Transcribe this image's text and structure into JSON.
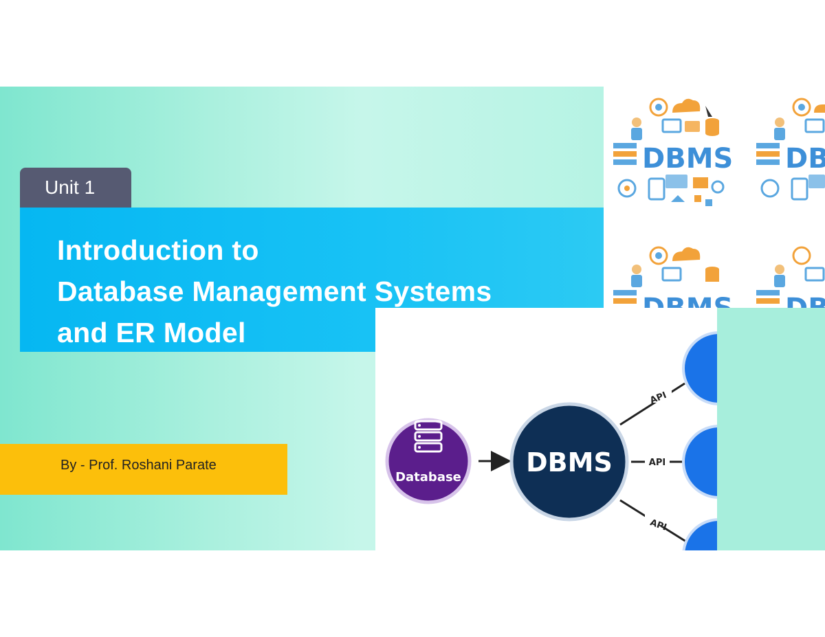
{
  "slide": {
    "unit_label": "Unit 1",
    "title_lines": [
      "Introduction to",
      "Database Management Systems",
      "and ER Model"
    ],
    "author": "By - Prof. Roshani Parate"
  },
  "icons_image": {
    "label": "DBMS",
    "partial_label": "DB"
  },
  "diagram": {
    "database_label": "Database",
    "dbms_label": "DBMS",
    "api_labels": [
      "API",
      "API",
      "API"
    ]
  },
  "colors": {
    "title_band": "#06b7f2",
    "unit_tab": "#565a72",
    "author_band": "#fcbf0b",
    "database_circle": "#5b1e8c",
    "dbms_circle": "#0e2f55",
    "client_circle": "#1a73e8"
  }
}
